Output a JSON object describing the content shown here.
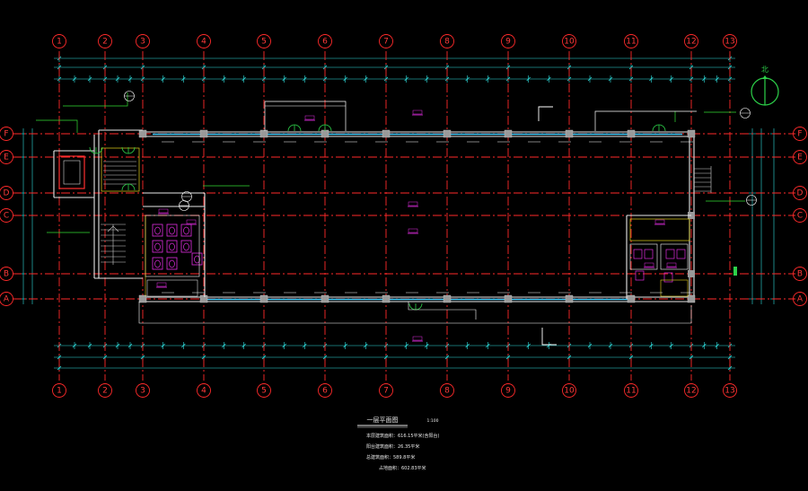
{
  "colors": {
    "background": "#000000",
    "axis_red": "#ff2a2a",
    "dim_cyan": "#2fe0e0",
    "wall_white": "#e8e8e8",
    "column_gray": "#9a9a9a",
    "window_cyan": "#3fd0ff",
    "door_green": "#2dd24a",
    "tag_magenta": "#e02ce0",
    "leader_green": "#33dd33",
    "stair_white": "#cfcfcf",
    "yellow": "#e6d21a"
  },
  "axes": {
    "x_labels": [
      "1",
      "2",
      "3",
      "4",
      "5",
      "6",
      "7",
      "8",
      "9",
      "10",
      "11",
      "12",
      "13"
    ],
    "y_labels": [
      "F",
      "E",
      "D",
      "C",
      "B",
      "A"
    ]
  },
  "drawing": {
    "title": "一层平面图",
    "scale": "1:100",
    "stats": [
      "本层建筑面积：616.15平米(含阳台)",
      "阳台建筑面积：26.35平米",
      "总建筑面积：589.8平米",
      "占地面积：602.83平米"
    ]
  },
  "icons": {
    "north_arrow": "north-arrow-icon",
    "stair": "stair-icon",
    "toilet": "toilet-fixture-icon",
    "door": "door-swing-icon"
  }
}
